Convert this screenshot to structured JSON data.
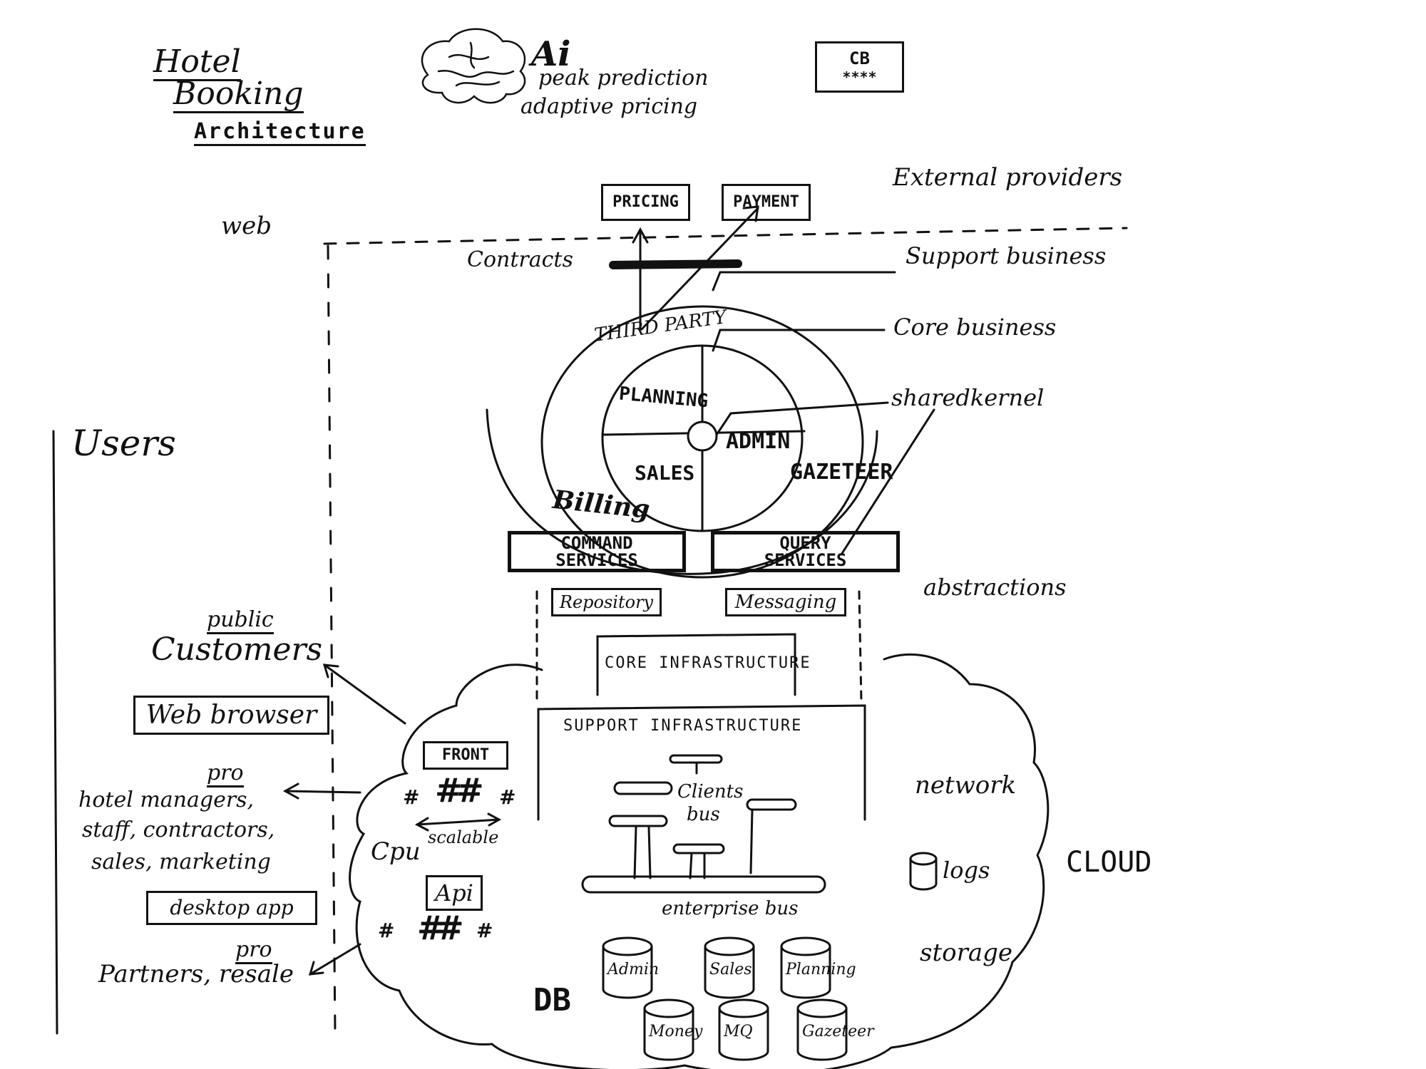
{
  "title": {
    "line1": "Hotel",
    "line2": "Booking",
    "line3": "Architecture"
  },
  "ai": {
    "label": "Ai",
    "line1": "peak prediction",
    "line2": "adaptive pricing"
  },
  "cb": {
    "label": "CB",
    "stars": "****"
  },
  "external": {
    "pricing": "PRICING",
    "payment": "PAYMENT",
    "label": "External providers",
    "web": "web",
    "contracts": "Contracts",
    "support_business": "Support business",
    "core_business": "Core business",
    "shared_kernel": "sharedkernel"
  },
  "domain": {
    "third_party": "THIRD PARTY",
    "planning": "PLANNING",
    "admin": "ADMIN",
    "sales": "SALES",
    "gazeteer": "GAZETEER",
    "billing": "Billing"
  },
  "services": {
    "command_line1": "COMMAND",
    "command_line2": "SERVICES",
    "query_line1": "QUERY",
    "query_line2": "SERVICES",
    "repository": "Repository",
    "messaging": "Messaging",
    "abstractions": "abstractions"
  },
  "infra": {
    "core": "CORE INFRASTRUCTURE",
    "support": "SUPPORT INFRASTRUCTURE",
    "clients_bus_line1": "Clients",
    "clients_bus_line2": "bus",
    "enterprise_bus": "enterprise bus"
  },
  "users": {
    "label": "Users",
    "public": "public",
    "customers": "Customers",
    "web_browser": "Web browser",
    "pro_1": "pro",
    "pro_desc_line1": "hotel managers,",
    "pro_desc_line2": "staff, contractors,",
    "pro_desc_line3": "sales, marketing",
    "desktop_app": "desktop app",
    "pro_2": "pro",
    "partners": "Partners, resale"
  },
  "compute": {
    "front": "FRONT",
    "scalable": "scalable",
    "cpu": "Cpu",
    "api": "Api",
    "hash": "#"
  },
  "cloud": {
    "network": "network",
    "logs": "logs",
    "storage": "storage",
    "label": "CLOUD"
  },
  "db": {
    "label": "DB",
    "cylinders": [
      "Admin",
      "Sales",
      "Planning",
      "Money",
      "MQ",
      "Gazeteer"
    ]
  }
}
